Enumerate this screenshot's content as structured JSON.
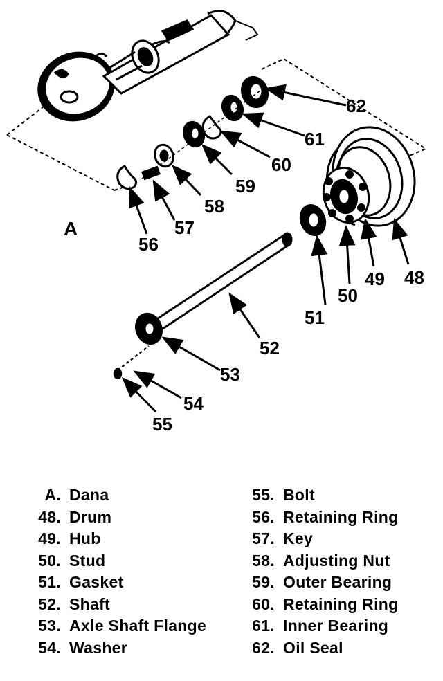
{
  "diagram": {
    "callouts": {
      "A": "A",
      "48": "48",
      "49": "49",
      "50": "50",
      "51": "51",
      "52": "52",
      "53": "53",
      "54": "54",
      "55": "55",
      "56": "56",
      "57": "57",
      "58": "58",
      "59": "59",
      "60": "60",
      "61": "61",
      "62": "62"
    }
  },
  "legend": {
    "left": [
      {
        "num": "A.",
        "label": "Dana"
      },
      {
        "num": "48.",
        "label": "Drum"
      },
      {
        "num": "49.",
        "label": "Hub"
      },
      {
        "num": "50.",
        "label": "Stud"
      },
      {
        "num": "51.",
        "label": "Gasket"
      },
      {
        "num": "52.",
        "label": "Shaft"
      },
      {
        "num": "53.",
        "label": "Axle Shaft Flange"
      },
      {
        "num": "54.",
        "label": "Washer"
      }
    ],
    "right": [
      {
        "num": "55.",
        "label": "Bolt"
      },
      {
        "num": "56.",
        "label": "Retaining Ring"
      },
      {
        "num": "57.",
        "label": "Key"
      },
      {
        "num": "58.",
        "label": "Adjusting Nut"
      },
      {
        "num": "59.",
        "label": "Outer Bearing"
      },
      {
        "num": "60.",
        "label": "Retaining Ring"
      },
      {
        "num": "61.",
        "label": "Inner Bearing"
      },
      {
        "num": "62.",
        "label": "Oil Seal"
      }
    ]
  }
}
